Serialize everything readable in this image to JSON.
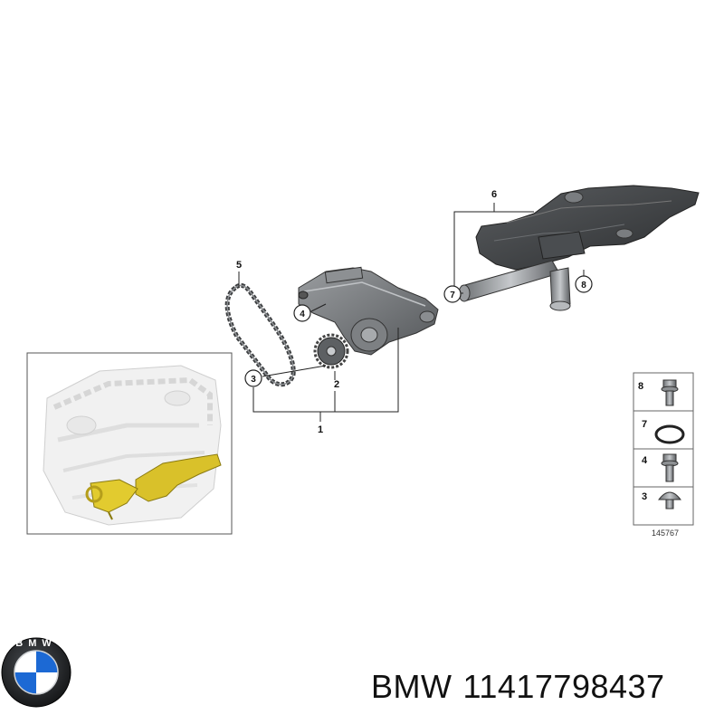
{
  "callouts": {
    "c1": "1",
    "c2": "2",
    "c3": "3",
    "c4": "4",
    "c5": "5",
    "c6": "6",
    "c7": "7",
    "c8": "8"
  },
  "legend": {
    "items": [
      "8",
      "7",
      "4",
      "3"
    ],
    "ref_number": "145767"
  },
  "bottom": {
    "brand": "BMW",
    "part_number": "11417798437"
  },
  "logo": {
    "letters": "BMW",
    "colors": {
      "blue": "#1c69d4",
      "white": "#ffffff",
      "black": "#111111"
    }
  }
}
